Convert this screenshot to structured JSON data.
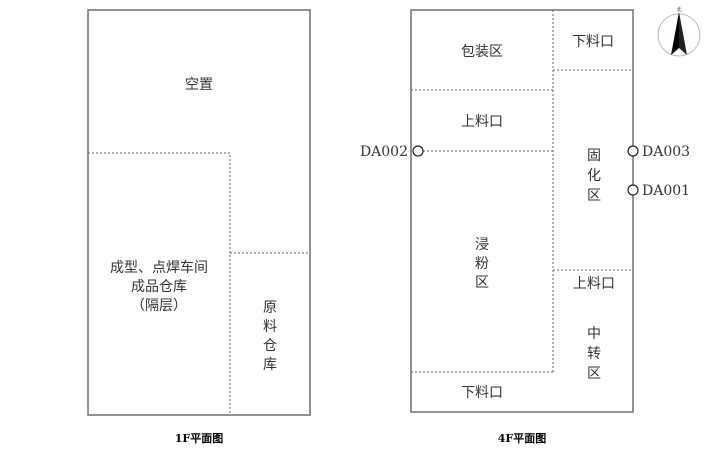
{
  "floor1": {
    "caption": "1F平面图",
    "rooms": {
      "empty": "空置",
      "workshop_line1": "成型、点焊车间",
      "workshop_line2": "成品仓库",
      "workshop_line3": "（隔层）",
      "raw_store": [
        "原",
        "料",
        "仓",
        "库"
      ]
    }
  },
  "floor4": {
    "caption": "4F平面图",
    "rooms": {
      "packing": "包装区",
      "unload_top": "下料口",
      "load_left": "上料口",
      "curing": [
        "固",
        "化",
        "区"
      ],
      "dipping": [
        "浸",
        "粉",
        "区"
      ],
      "load_right": "上料口",
      "transfer": [
        "中",
        "转",
        "区"
      ],
      "unload_bottom": "下料口"
    },
    "points": [
      "DA002",
      "DA003",
      "DA001"
    ]
  },
  "compass": {
    "label": "北"
  }
}
